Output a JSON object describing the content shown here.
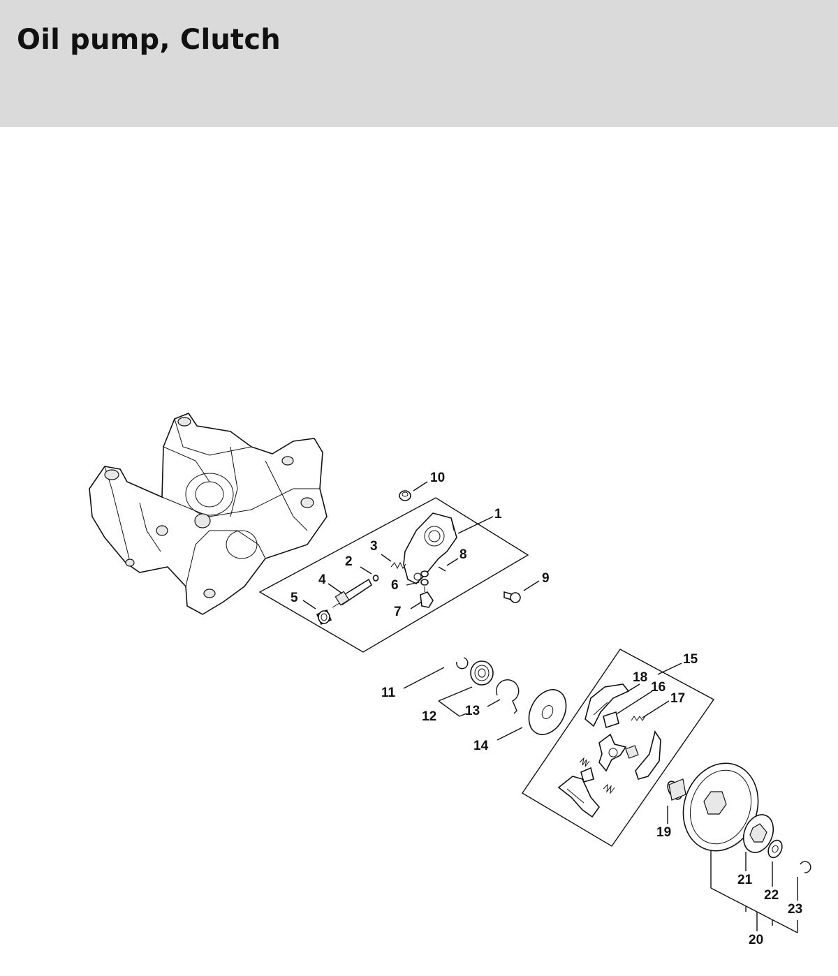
{
  "header": {
    "title": "Oil pump, Clutch"
  },
  "diagram": {
    "callouts": [
      {
        "id": "10",
        "text": "10"
      },
      {
        "id": "1",
        "text": "1"
      },
      {
        "id": "3",
        "text": "3"
      },
      {
        "id": "2",
        "text": "2"
      },
      {
        "id": "8",
        "text": "8"
      },
      {
        "id": "4",
        "text": "4"
      },
      {
        "id": "6",
        "text": "6"
      },
      {
        "id": "9",
        "text": "9"
      },
      {
        "id": "5",
        "text": "5"
      },
      {
        "id": "7",
        "text": "7"
      },
      {
        "id": "15",
        "text": "15"
      },
      {
        "id": "18",
        "text": "18"
      },
      {
        "id": "16",
        "text": "16"
      },
      {
        "id": "17",
        "text": "17"
      },
      {
        "id": "11",
        "text": "11"
      },
      {
        "id": "12",
        "text": "12"
      },
      {
        "id": "13",
        "text": "13"
      },
      {
        "id": "14",
        "text": "14"
      },
      {
        "id": "19",
        "text": "19"
      },
      {
        "id": "21",
        "text": "21"
      },
      {
        "id": "22",
        "text": "22"
      },
      {
        "id": "23",
        "text": "23"
      },
      {
        "id": "20",
        "text": "20"
      }
    ]
  }
}
